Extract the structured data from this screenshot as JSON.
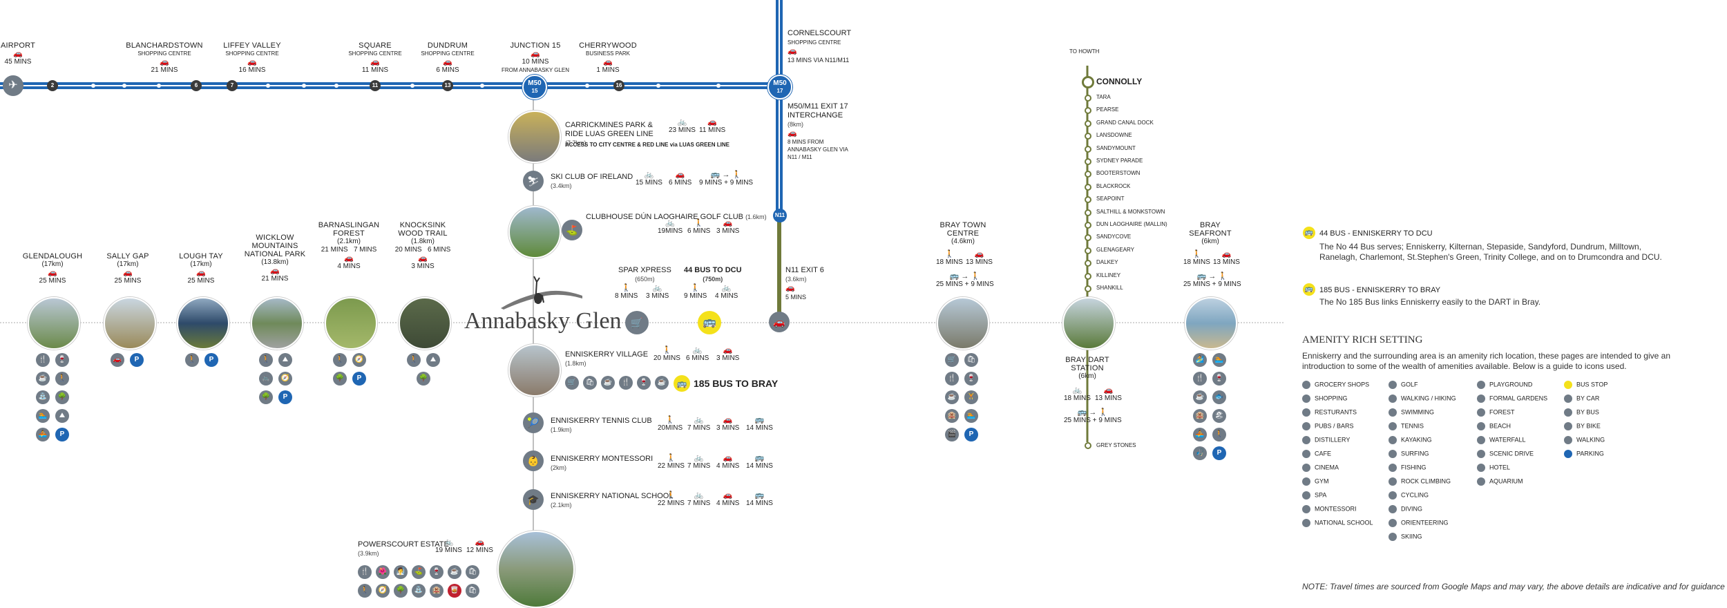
{
  "colors": {
    "m50": "#1f66b3",
    "dart": "#6f7a3a",
    "amenity": "#707b86",
    "bus": "#f4e11a",
    "car": "#b58a3c"
  },
  "m50_stops": [
    {
      "name": "AIRPORT",
      "sub": "",
      "time": "45 MINS"
    },
    {
      "name": "BLANCHARDSTOWN",
      "sub": "SHOPPING CENTRE",
      "time": "21 MINS"
    },
    {
      "name": "LIFFEY VALLEY",
      "sub": "SHOPPING CENTRE",
      "time": "16 MINS"
    },
    {
      "name": "SQUARE",
      "sub": "SHOPPING CENTRE",
      "time": "11 MINS"
    },
    {
      "name": "DUNDRUM",
      "sub": "SHOPPING CENTRE",
      "time": "6 MINS"
    },
    {
      "name": "JUNCTION 15",
      "sub": "",
      "time": "10 MINS",
      "extra": "FROM ANNABASKY GLEN"
    },
    {
      "name": "CHERRYWOOD",
      "sub": "BUSINESS PARK",
      "time": "1 MINS"
    }
  ],
  "junctions": [
    "2",
    "6",
    "7",
    "11",
    "13",
    "16"
  ],
  "m50_badges": [
    {
      "top": "M50",
      "bottom": "15"
    },
    {
      "top": "M50",
      "bottom": "17"
    }
  ],
  "n11_badge": "N11",
  "cornelscourt": {
    "name": "CORNELSCOURT",
    "sub": "SHOPPING CENTRE",
    "time": "13 MINS VIA N11/M11"
  },
  "m50_exit": {
    "name": "M50/M11 EXIT 17 INTERCHANGE",
    "dist": "(8km)",
    "time": "8 MINS FROM ANNABASKY GLEN VIA N11 / M11"
  },
  "n11_exit": {
    "name": "N11 EXIT 6",
    "dist": "(3.6km)",
    "time": "5 MINS"
  },
  "main_title": "Annabasky Glen",
  "west": [
    {
      "name": "GLENDALOUGH",
      "dist": "(17km)",
      "time": "25 MINS"
    },
    {
      "name": "SALLY GAP",
      "dist": "(17km)",
      "time": "25 MINS"
    },
    {
      "name": "LOUGH TAY",
      "dist": "(17km)",
      "time": "25 MINS"
    },
    {
      "name": "WICKLOW MOUNTAINS NATIONAL PARK",
      "dist": "(13.8km)",
      "time": "21 MINS"
    },
    {
      "name": "BARNASLINGAN FOREST",
      "dist": "(2.1km)",
      "time1": "21 MINS",
      "time2": "7 MINS",
      "time": "4 MINS"
    },
    {
      "name": "KNOCKSINK WOOD TRAIL",
      "dist": "(1.8km)",
      "time1": "20 MINS",
      "time2": "6 MINS",
      "time": "3 MINS"
    }
  ],
  "center_items": [
    {
      "name": "CARRICKMINES PARK & RIDE LUAS GREEN LINE",
      "dist": "(7.7km)",
      "times": [
        "23 MINS",
        "11 MINS"
      ],
      "note": "ACCESS TO CITY CENTRE & RED LINE via LUAS GREEN LINE"
    },
    {
      "name": "SKI CLUB OF IRELAND",
      "dist": "(3.4km)",
      "times": [
        "15 MINS",
        "6 MINS",
        "9 MINS",
        "9 MINS"
      ]
    },
    {
      "name": "CLUBHOUSE DÚN LAOGHAIRE GOLF CLUB",
      "dist": "(1.6km)",
      "times": [
        "19MINS",
        "6 MINS",
        "3 MINS"
      ]
    },
    {
      "name": "SPAR XPRESS",
      "dist": "(650m)",
      "times": [
        "8 MINS",
        "3 MINS"
      ]
    },
    {
      "name": "44 BUS TO DCU",
      "dist": "(750m)",
      "times": [
        "9 MINS",
        "4 MINS"
      ]
    },
    {
      "name": "ENNISKERRY VILLAGE",
      "dist": "(1.8km)",
      "times": [
        "20 MINS",
        "6 MINS",
        "3 MINS"
      ]
    },
    {
      "name": "ENNISKERRY TENNIS CLUB",
      "dist": "(1.9km)",
      "times": [
        "20MINS",
        "7 MINS",
        "3 MINS",
        "14 MINS"
      ]
    },
    {
      "name": "ENNISKERRY MONTESSORI",
      "dist": "(2km)",
      "times": [
        "22 MINS",
        "7 MINS",
        "4 MINS",
        "14 MINS"
      ]
    },
    {
      "name": "ENNISKERRY NATIONAL SCHOOL",
      "dist": "(2.1km)",
      "times": [
        "22 MINS",
        "7 MINS",
        "4 MINS",
        "14 MINS"
      ]
    },
    {
      "name": "POWERSCOURT ESTATE",
      "dist": "(3.9km)",
      "times": [
        "19 MINS",
        "12 MINS"
      ]
    }
  ],
  "bus185_label": "185 BUS TO BRAY",
  "bray_town": {
    "name": "BRAY TOWN CENTRE",
    "dist": "(4.6km)",
    "times": [
      "18 MINS",
      "13 MINS",
      "25 MINS",
      "9 MINS"
    ]
  },
  "bray_seafront": {
    "name": "BRAY SEAFRONT",
    "dist": "(6km)",
    "times": [
      "18 MINS",
      "13 MINS",
      "25 MINS",
      "9 MINS"
    ]
  },
  "bray_dart": {
    "name": "BRAY DART STATION",
    "dist": "(6km)",
    "times": [
      "18 MINS",
      "13 MINS",
      "25 MINS",
      "9 MINS"
    ]
  },
  "dart": {
    "to": "TO HOWTH",
    "first": "CONNOLLY",
    "stations": [
      "TARA",
      "PEARSE",
      "GRAND CANAL DOCK",
      "LANSDOWNE",
      "SANDYMOUNT",
      "SYDNEY PARADE",
      "BOOTERSTOWN",
      "BLACKROCK",
      "SEAPOINT",
      "SALTHILL & MONKSTOWN",
      "DUN LAOGHAIRE (MALLIN)",
      "SANDYCOVE",
      "GLENAGEARY",
      "DALKEY",
      "KILLINEY",
      "SHANKILL"
    ],
    "last": "GREY STONES"
  },
  "legend": {
    "bus44_title": "44 BUS - ENNISKERRY TO DCU",
    "bus44_text": "The No 44 Bus serves; Enniskerry, Kilternan, Stepaside, Sandyford, Dundrum, Milltown, Ranelagh, Charlemont, St.Stephen's Green, Trinity College, and on to Drumcondra and DCU.",
    "bus185_title": "185 BUS - ENNISKERRY TO BRAY",
    "bus185_text": "The No 185 Bus links Enniskerry easily to the DART in Bray.",
    "amenity_title": "AMENITY RICH SETTING",
    "amenity_text": "Enniskerry and the surrounding area is an amenity rich location, these pages are intended to give an introduction to some of the wealth of amenities available. Below is a guide to icons used.",
    "col1": [
      "GROCERY SHOPS",
      "SHOPPING",
      "RESTURANTS",
      "PUBS / BARS",
      "DISTILLERY",
      "CAFE",
      "CINEMA",
      "GYM",
      "SPA",
      "MONTESSORI",
      "NATIONAL SCHOOL"
    ],
    "col2": [
      "GOLF",
      "WALKING / HIKING",
      "SWIMMING",
      "TENNIS",
      "KAYAKING",
      "SURFING",
      "FISHING",
      "ROCK CLIMBING",
      "CYCLING",
      "DIVING",
      "ORIENTEERING",
      "SKIING"
    ],
    "col3": [
      "PLAYGROUND",
      "FORMAL GARDENS",
      "FOREST",
      "BEACH",
      "WATERFALL",
      "SCENIC DRIVE",
      "HOTEL",
      "AQUARIUM"
    ],
    "col4": [
      "BUS STOP",
      "BY CAR",
      "BY BUS",
      "BY BIKE",
      "WALKING",
      "PARKING"
    ]
  },
  "note": "NOTE: Travel times are sourced from Google Maps and may vary, the above details are indicative and for guidance only."
}
